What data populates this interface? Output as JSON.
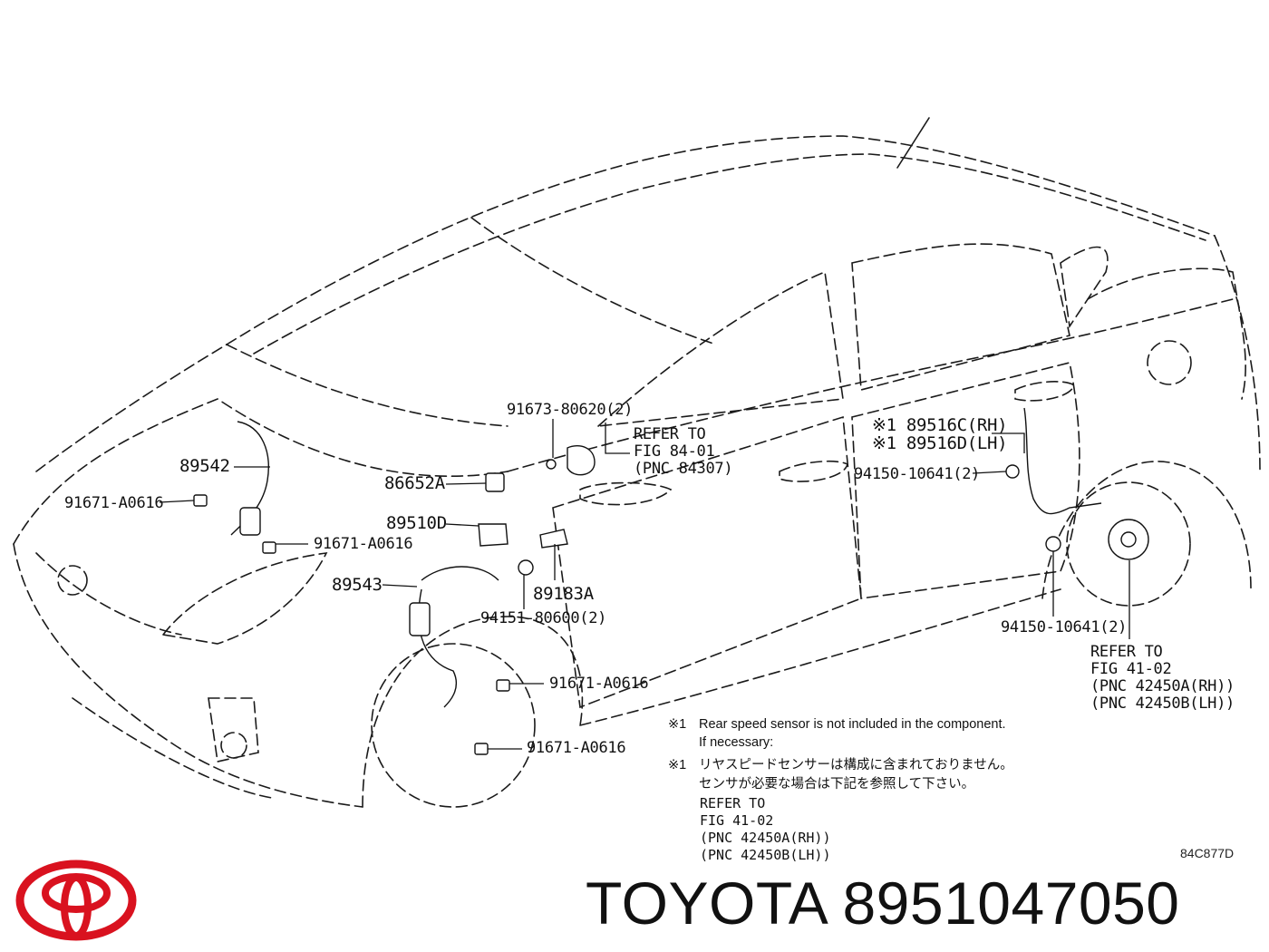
{
  "callouts": {
    "c1": "91673-80620(2)",
    "c2": "REFER TO",
    "c3": "FIG 84-01",
    "c4": "(PNC 84307)",
    "c5": "89542",
    "c6": "86652A",
    "c7": "91671-A0616",
    "c8": "89510D",
    "c9": "91671-A0616",
    "c10": "89543",
    "c11": "89183A",
    "c12": "94151-80600(2)",
    "c13": "91671-A0616",
    "c14": "91671-A0616",
    "c15": "※1 89516C(RH)",
    "c16": "※1 89516D(LH)",
    "c17": "94150-10641(2)",
    "c18": "94150-10641(2)",
    "c19": "REFER TO",
    "c20": "FIG 41-02",
    "c21": "(PNC 42450A(RH))",
    "c22": "(PNC 42450B(LH))"
  },
  "notes": {
    "mark": "※1",
    "en_line1": "Rear speed sensor is not included in the component.",
    "en_line2": "If necessary:",
    "jp_line1": "リヤスピードセンサーは構成に含まれておりません。",
    "jp_line2": "センサが必要な場合は下記を参照して下さい。",
    "ref1": "REFER TO",
    "ref2": "FIG 41-02",
    "ref3": "(PNC 42450A(RH))",
    "ref4": "(PNC 42450B(LH))"
  },
  "illustration_code": "84C877D",
  "brand": {
    "part_title": "TOYOTA 8951047050",
    "logo_color": "#d9121f"
  }
}
